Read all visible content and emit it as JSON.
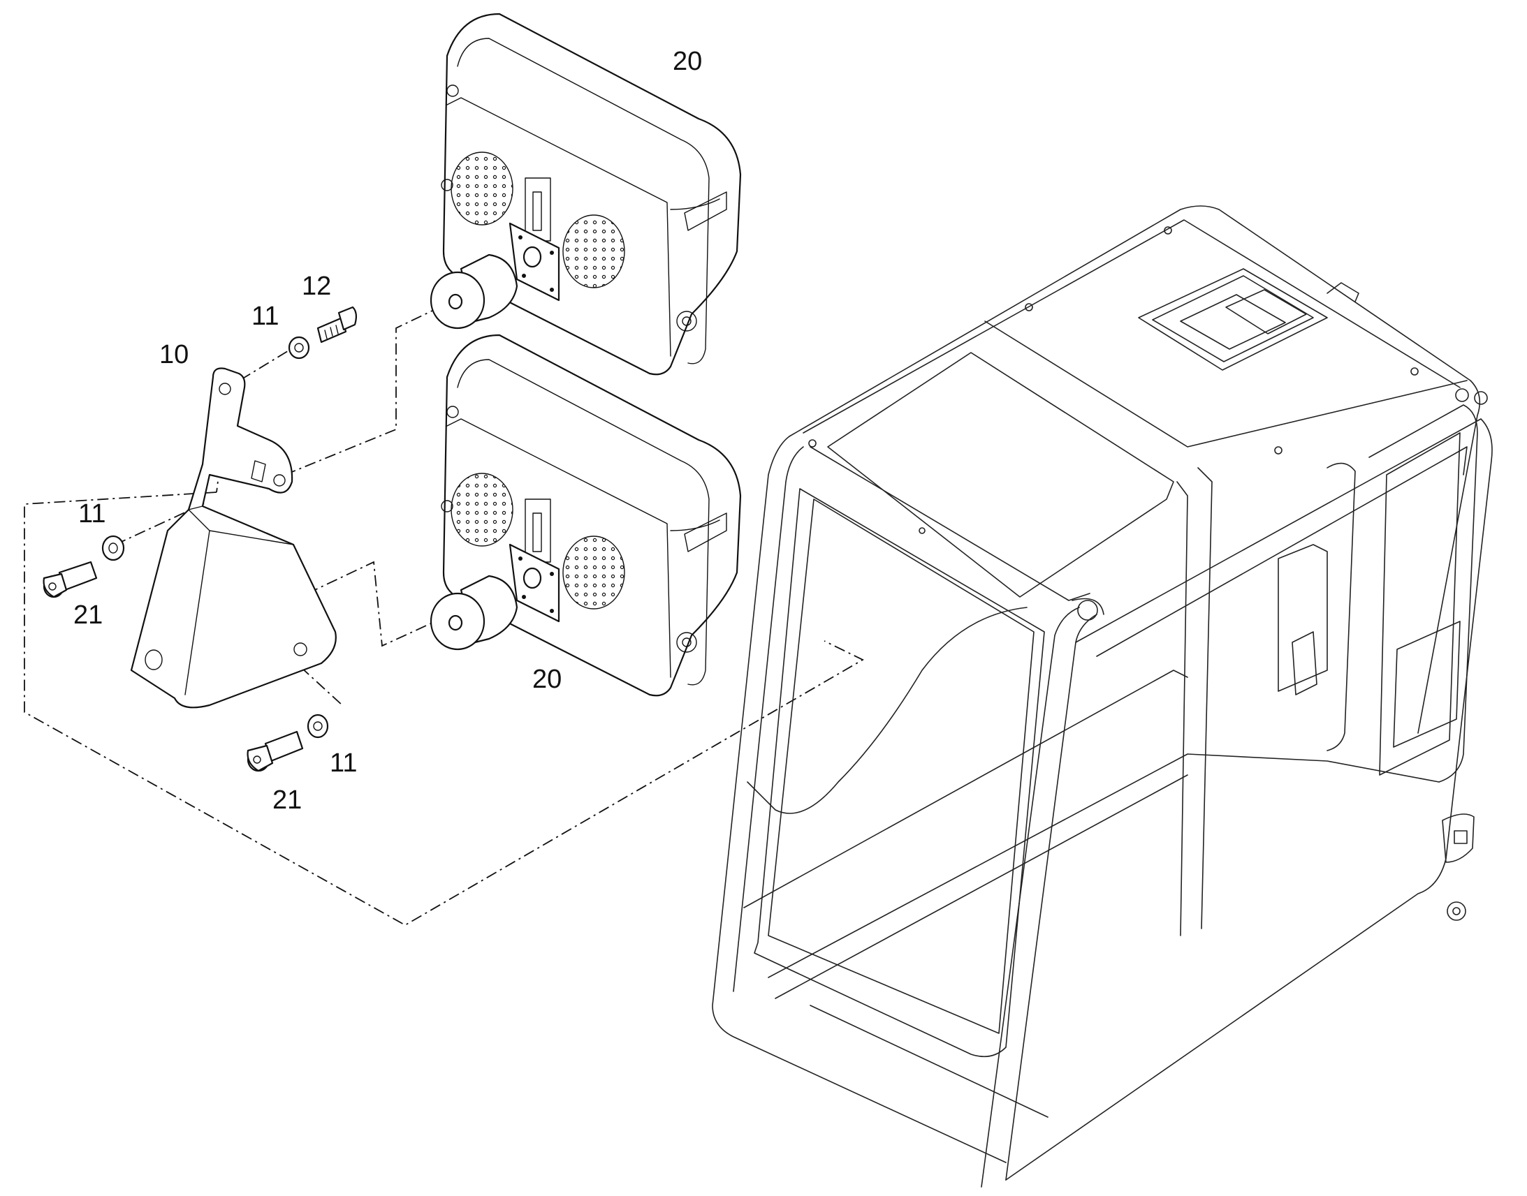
{
  "callouts": [
    {
      "id": "c20a",
      "label": "20"
    },
    {
      "id": "c12",
      "label": "12"
    },
    {
      "id": "c11a",
      "label": "11"
    },
    {
      "id": "c10",
      "label": "10"
    },
    {
      "id": "c11b",
      "label": "11"
    },
    {
      "id": "c21a",
      "label": "21"
    },
    {
      "id": "c20b",
      "label": "20"
    },
    {
      "id": "c11c",
      "label": "11"
    },
    {
      "id": "c21b",
      "label": "21"
    }
  ]
}
